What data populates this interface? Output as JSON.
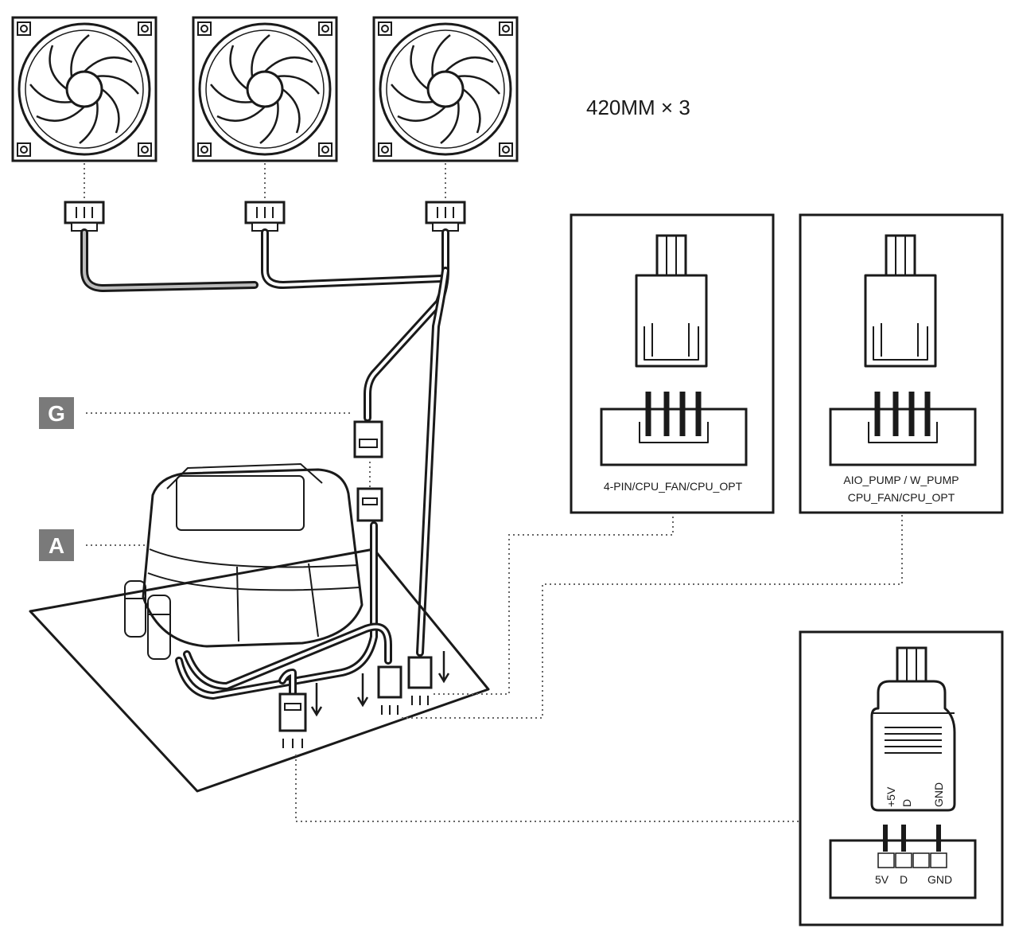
{
  "diagram": {
    "fan_count_label": "420MM × 3",
    "badges": {
      "g": "G",
      "a": "A"
    },
    "panels": {
      "fan_header": "4-PIN/CPU_FAN/CPU_OPT",
      "pump_header_line1": "AIO_PUMP / W_PUMP",
      "pump_header_line2": "CPU_FAN/CPU_OPT",
      "argb_plug_pins": [
        "+5V",
        "D",
        "GND"
      ],
      "argb_header_pins": [
        "5V",
        "D",
        "GND"
      ]
    }
  },
  "colors": {
    "line": "#1a1a1a",
    "badge": "#7a7a7a",
    "dotted": "#666666"
  }
}
